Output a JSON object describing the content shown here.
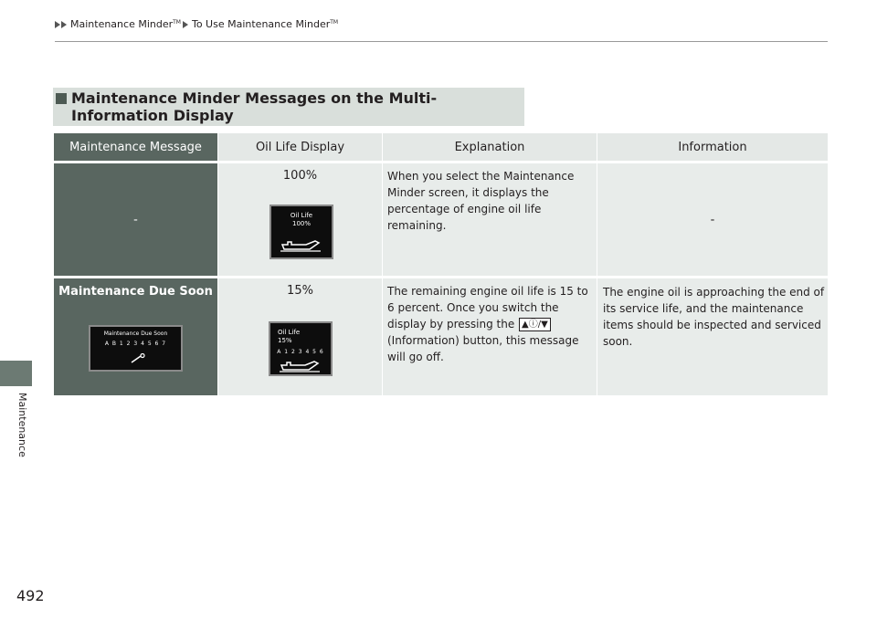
{
  "breadcrumb": {
    "item1": "Maintenance Minder",
    "item1_sup": "TM",
    "item2": "To Use Maintenance Minder",
    "item2_sup": "TM"
  },
  "side_label": "Maintenance",
  "page_number": "492",
  "section_heading": "Maintenance Minder Messages on the Multi-Information Display",
  "table": {
    "headers": [
      "Maintenance Message",
      "Oil Life Display",
      "Explanation",
      "Information"
    ],
    "rows": [
      {
        "message": "-",
        "oil_life": "100%",
        "screen_title": "Oil Life\n100%",
        "explanation": "When you select the Maintenance Minder screen, it displays the percentage of engine oil life remaining.",
        "information": "-"
      },
      {
        "message": "Maintenance Due Soon",
        "message_screen_title": "Maintenance Due Soon",
        "message_screen_code": "A B 1 2 3 4 5 6 7",
        "oil_life": "15%",
        "screen_title": "Oil Life\n15%",
        "screen_code": "A 1 2 3 4 5 6",
        "explanation_pre": "The remaining engine oil life is 15 to 6 percent. Once you switch the display by pressing the",
        "explanation_post": "(Information) button, this message will go off.",
        "information": "The engine oil is approaching the end of its service life, and the maintenance items should be inspected and serviced soon."
      }
    ]
  }
}
